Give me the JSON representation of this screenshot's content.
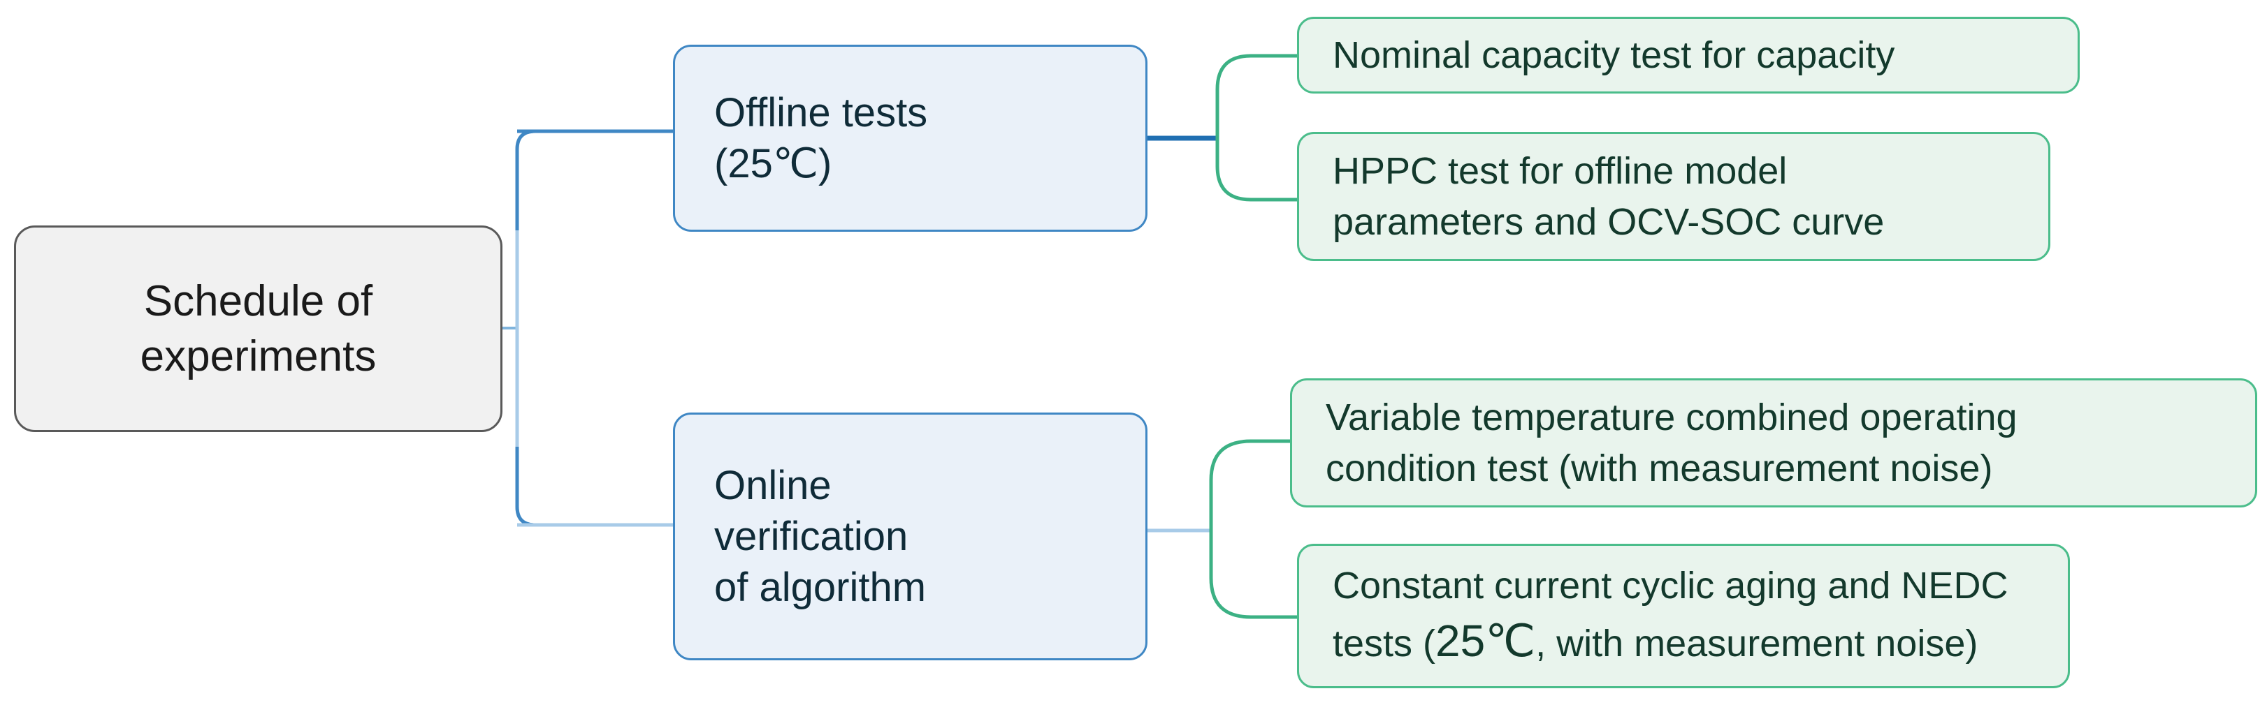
{
  "diagram": {
    "title": "Schedule of experiments",
    "type": "tree",
    "root": {
      "label": "Schedule of\nexperiments",
      "fill": "#f1f1f1",
      "border": "#595959"
    },
    "branches": [
      {
        "id": "offline",
        "label": "Offline tests\n(25℃)",
        "fill": "#eaf1f9",
        "border": "#3f87c4",
        "leaves": [
          {
            "id": "nominal-capacity",
            "label": "Nominal capacity test for capacity"
          },
          {
            "id": "hppc",
            "label": "HPPC test for offline model\nparameters and OCV-SOC curve"
          }
        ]
      },
      {
        "id": "online",
        "label": "Online\nverification\nof algorithm",
        "fill": "#eaf1f9",
        "border": "#3f87c4",
        "leaves": [
          {
            "id": "variable-temperature",
            "label": "Variable temperature combined operating\ncondition test (with measurement noise)"
          },
          {
            "id": "constant-current-nedc",
            "label_part_1": "Constant current cyclic aging and NEDC\ntests (",
            "label_temp": "25℃",
            "label_part_2": ", with measurement noise)"
          }
        ]
      }
    ],
    "colors": {
      "leaf_fill": "#e9f4ed",
      "leaf_border": "#4bbd8b",
      "leaf_text": "#13392c",
      "branch_text": "#0f2b38",
      "root_text": "#1a1a1a",
      "connector_blue": "#3f87c4",
      "connector_blue_light": "#a8cbe8",
      "connector_green": "#4bbd8b",
      "background": "#ffffff"
    }
  }
}
